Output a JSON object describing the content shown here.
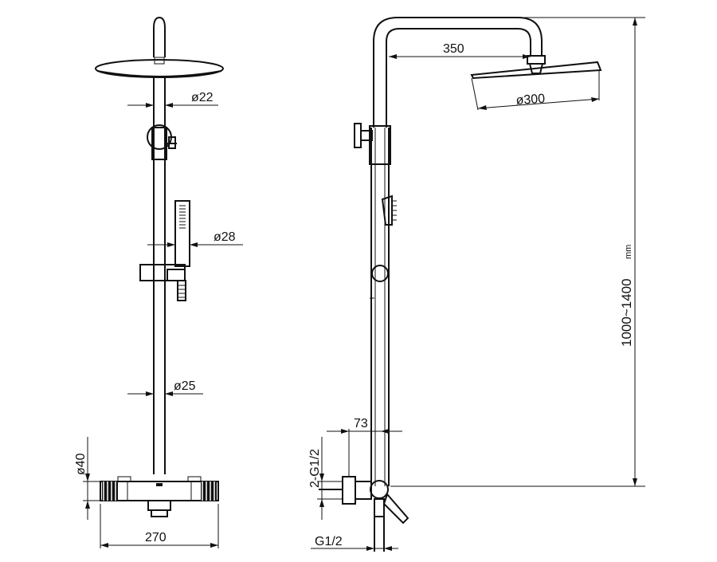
{
  "front_view": {
    "dims": {
      "pipe_diameter": "ø22",
      "handshower_diameter": "ø28",
      "riser_diameter": "ø25",
      "mixer_height": "ø40",
      "mixer_width": "270"
    }
  },
  "side_view": {
    "dims": {
      "arm_length": "350",
      "overhead_diameter": "ø300",
      "total_height": "1000~1400",
      "total_height_unit": "mm",
      "offset": "73",
      "inlet_thread_pair": "2-G1/2",
      "outlet_thread": "G1/2"
    }
  }
}
